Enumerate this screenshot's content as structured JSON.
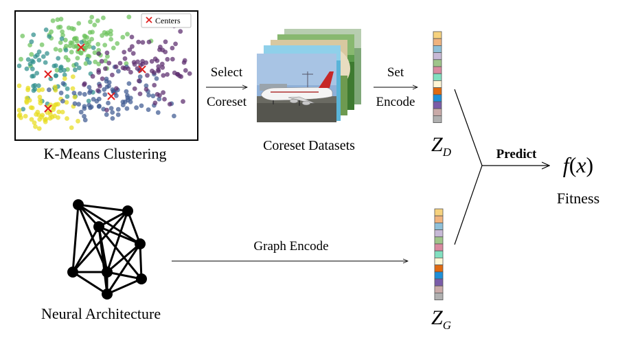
{
  "kmeans": {
    "caption": "K-Means Clustering",
    "legend": "Centers",
    "colors": {
      "yellow": "#e8dc1e",
      "green": "#6cc25c",
      "teal": "#2f8f8c",
      "blue": "#3e5a92",
      "purple": "#5b2d6e",
      "center_marker": "#e02020"
    }
  },
  "select_arrow": {
    "line1": "Select",
    "line2": "Coreset"
  },
  "coreset": {
    "caption": "Coreset Datasets",
    "image_icon": "airplane-photo"
  },
  "set_arrow": {
    "line1": "Set",
    "line2": "Encode"
  },
  "zd": {
    "base": "Z",
    "sub": "D"
  },
  "zg": {
    "base": "Z",
    "sub": "G"
  },
  "vector_colors": [
    "#f6d27e",
    "#f0b37e",
    "#8fc0d8",
    "#c7b9d6",
    "#9fc58a",
    "#d98aa0",
    "#82e0c0",
    "#fff6d5",
    "#e06a10",
    "#1e90d8",
    "#7a5ca8",
    "#c9aaa8",
    "#b0b0b0"
  ],
  "predict": {
    "label": "Predict"
  },
  "fx": {
    "f": "f",
    "open": "(",
    "x": "x",
    "close": ")"
  },
  "fitness": "Fitness",
  "graph_arrow": {
    "label": "Graph Encode"
  },
  "neural": {
    "caption": "Neural Architecture"
  }
}
